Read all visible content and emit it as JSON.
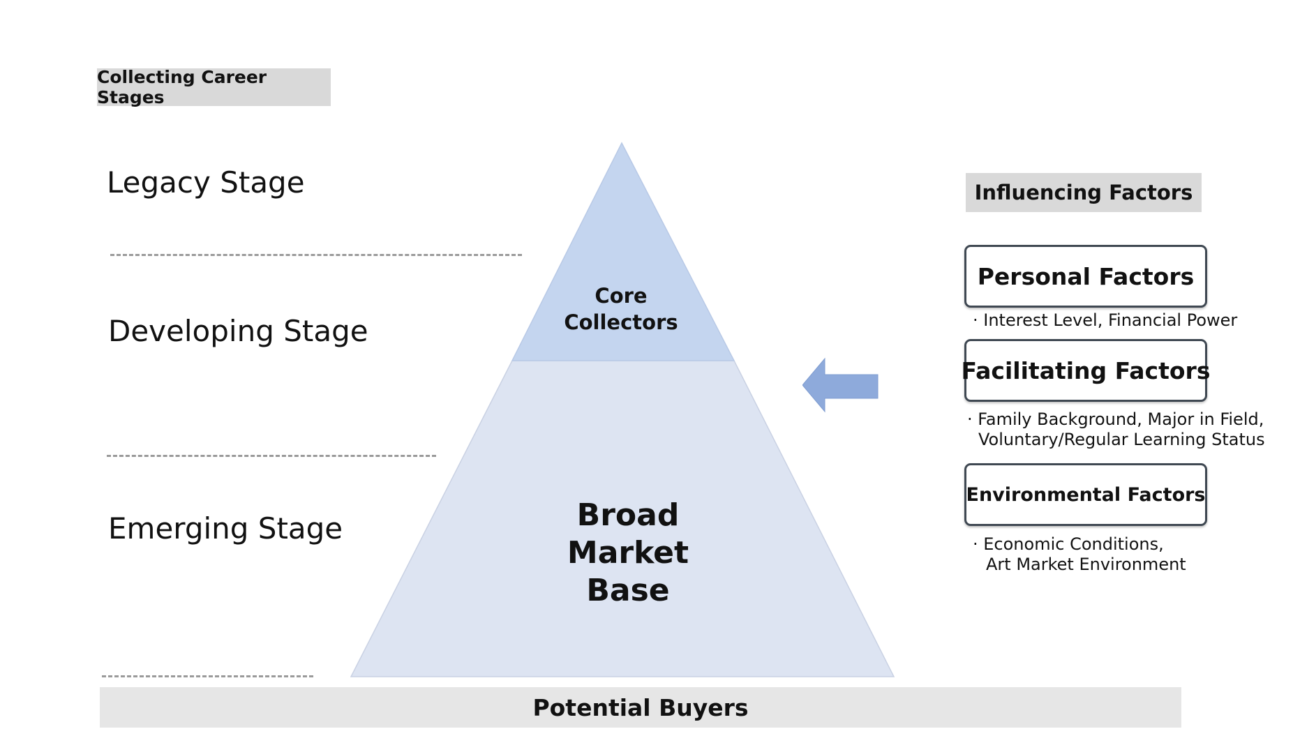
{
  "header": {
    "title": "Collecting Career Stages"
  },
  "stages": {
    "legacy": "Legacy Stage",
    "developing": "Developing Stage",
    "emerging": "Emerging Stage"
  },
  "pyramid": {
    "top_label_line1": "Core",
    "top_label_line2": "Collectors",
    "base_label_line1": "Broad",
    "base_label_line2": "Market",
    "base_label_line3": "Base",
    "top_color": "#c4d5ef",
    "base_color": "#dde4f2"
  },
  "footer": {
    "label": "Potential Buyers"
  },
  "factors": {
    "title": "Influencing Factors",
    "personal": {
      "label": "Personal Factors",
      "desc_line1": "· Interest Level, Financial Power"
    },
    "facilitating": {
      "label": "Facilitating Factors",
      "desc_line1": "· Family Background, Major in Field,",
      "desc_line2": "Voluntary/Regular Learning Status"
    },
    "environmental": {
      "label": "Environmental Factors",
      "desc_line1": "· Economic Conditions,",
      "desc_line2": "Art Market Environment"
    }
  },
  "arrow": {
    "icon": "left-arrow-icon",
    "color": "#8eaadb"
  }
}
